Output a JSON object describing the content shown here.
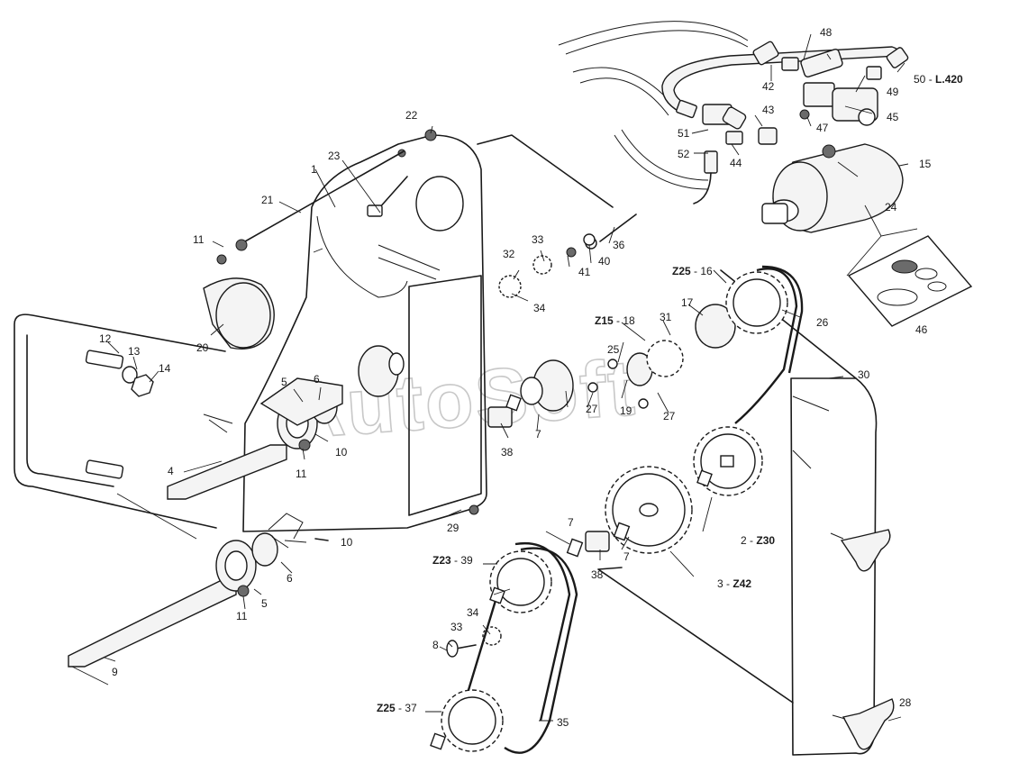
{
  "watermark": "AutoSoft",
  "callouts": [
    {
      "id": "c1",
      "text": "1"
    },
    {
      "id": "c2",
      "text": "2",
      "suffix": "Z30"
    },
    {
      "id": "c3",
      "text": "3",
      "suffix": "Z42"
    },
    {
      "id": "c4",
      "text": "4"
    },
    {
      "id": "c5a",
      "text": "5"
    },
    {
      "id": "c5b",
      "text": "5"
    },
    {
      "id": "c6a",
      "text": "6"
    },
    {
      "id": "c6b",
      "text": "6"
    },
    {
      "id": "c7a",
      "text": "7"
    },
    {
      "id": "c7b",
      "text": "7"
    },
    {
      "id": "c7c",
      "text": "7"
    },
    {
      "id": "c8",
      "text": "8"
    },
    {
      "id": "c9",
      "text": "9"
    },
    {
      "id": "c10a",
      "text": "10"
    },
    {
      "id": "c10b",
      "text": "10"
    },
    {
      "id": "c11a",
      "text": "11"
    },
    {
      "id": "c11b",
      "text": "11"
    },
    {
      "id": "c11c",
      "text": "11"
    },
    {
      "id": "c12",
      "text": "12"
    },
    {
      "id": "c13",
      "text": "13"
    },
    {
      "id": "c14",
      "text": "14"
    },
    {
      "id": "c15",
      "text": "15"
    },
    {
      "id": "c16",
      "text": "16",
      "prefix": "Z25"
    },
    {
      "id": "c17",
      "text": "17"
    },
    {
      "id": "c18",
      "text": "18",
      "prefix": "Z15"
    },
    {
      "id": "c19",
      "text": "19"
    },
    {
      "id": "c20",
      "text": "20"
    },
    {
      "id": "c21",
      "text": "21"
    },
    {
      "id": "c22",
      "text": "22"
    },
    {
      "id": "c23",
      "text": "23"
    },
    {
      "id": "c24",
      "text": "24"
    },
    {
      "id": "c25",
      "text": "25"
    },
    {
      "id": "c26",
      "text": "26"
    },
    {
      "id": "c27a",
      "text": "27"
    },
    {
      "id": "c27b",
      "text": "27"
    },
    {
      "id": "c28",
      "text": "28"
    },
    {
      "id": "c29",
      "text": "29"
    },
    {
      "id": "c30",
      "text": "30"
    },
    {
      "id": "c31",
      "text": "31"
    },
    {
      "id": "c32",
      "text": "32"
    },
    {
      "id": "c33a",
      "text": "33"
    },
    {
      "id": "c33b",
      "text": "33"
    },
    {
      "id": "c34a",
      "text": "34"
    },
    {
      "id": "c34b",
      "text": "34"
    },
    {
      "id": "c35",
      "text": "35"
    },
    {
      "id": "c36",
      "text": "36"
    },
    {
      "id": "c37",
      "text": "37",
      "prefix": "Z25"
    },
    {
      "id": "c38a",
      "text": "38"
    },
    {
      "id": "c38b",
      "text": "38"
    },
    {
      "id": "c39",
      "text": "39",
      "prefix": "Z23"
    },
    {
      "id": "c40",
      "text": "40"
    },
    {
      "id": "c41",
      "text": "41"
    },
    {
      "id": "c42",
      "text": "42"
    },
    {
      "id": "c43",
      "text": "43"
    },
    {
      "id": "c44",
      "text": "44"
    },
    {
      "id": "c45",
      "text": "45"
    },
    {
      "id": "c46",
      "text": "46"
    },
    {
      "id": "c47",
      "text": "47"
    },
    {
      "id": "c48",
      "text": "48"
    },
    {
      "id": "c49",
      "text": "49"
    },
    {
      "id": "c50",
      "text": "50",
      "suffix": "L.420"
    },
    {
      "id": "c51",
      "text": "51"
    },
    {
      "id": "c52",
      "text": "52"
    }
  ]
}
